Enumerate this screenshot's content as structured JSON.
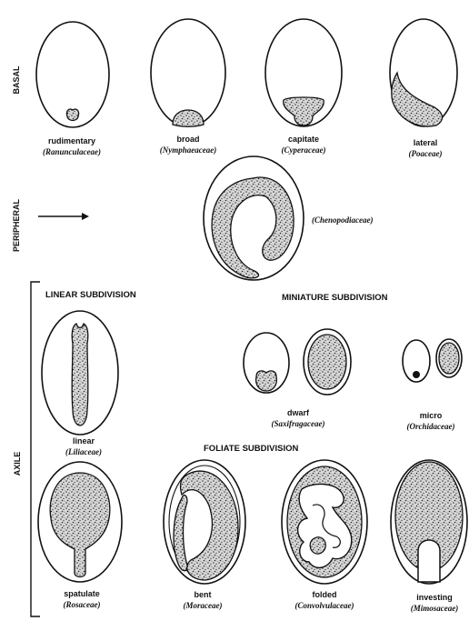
{
  "categories": {
    "basal": "BASAL",
    "peripheral": "PERIPHERAL",
    "axile": "AXILE"
  },
  "subdivisions": {
    "linear": "LINEAR SUBDIVISION",
    "miniature": "MINIATURE SUBDIVISION",
    "foliate": "FOLIATE SUBDIVISION"
  },
  "basal_types": [
    {
      "name": "rudimentary",
      "family": "(Ranunculaceae)"
    },
    {
      "name": "broad",
      "family": "(Nymphaeaceae)"
    },
    {
      "name": "capitate",
      "family": "(Cyperaceae)"
    },
    {
      "name": "lateral",
      "family": "(Poaceae)"
    }
  ],
  "peripheral_type": {
    "family": "(Chenopodiaceae)"
  },
  "linear_type": {
    "name": "linear",
    "family": "(Liliaceae)"
  },
  "miniature_types": [
    {
      "name": "dwarf",
      "family": "(Saxifragaceae)"
    },
    {
      "name": "micro",
      "family": "(Orchidaceae)"
    }
  ],
  "foliate_types": [
    {
      "name": "spatulate",
      "family": "(Rosaceae)"
    },
    {
      "name": "bent",
      "family": "(Moraceae)"
    },
    {
      "name": "folded",
      "family": "(Convolvulaceae)"
    },
    {
      "name": "investing",
      "family": "(Mimosaceae)"
    }
  ],
  "colors": {
    "ink": "#111111",
    "paper": "#ffffff"
  }
}
